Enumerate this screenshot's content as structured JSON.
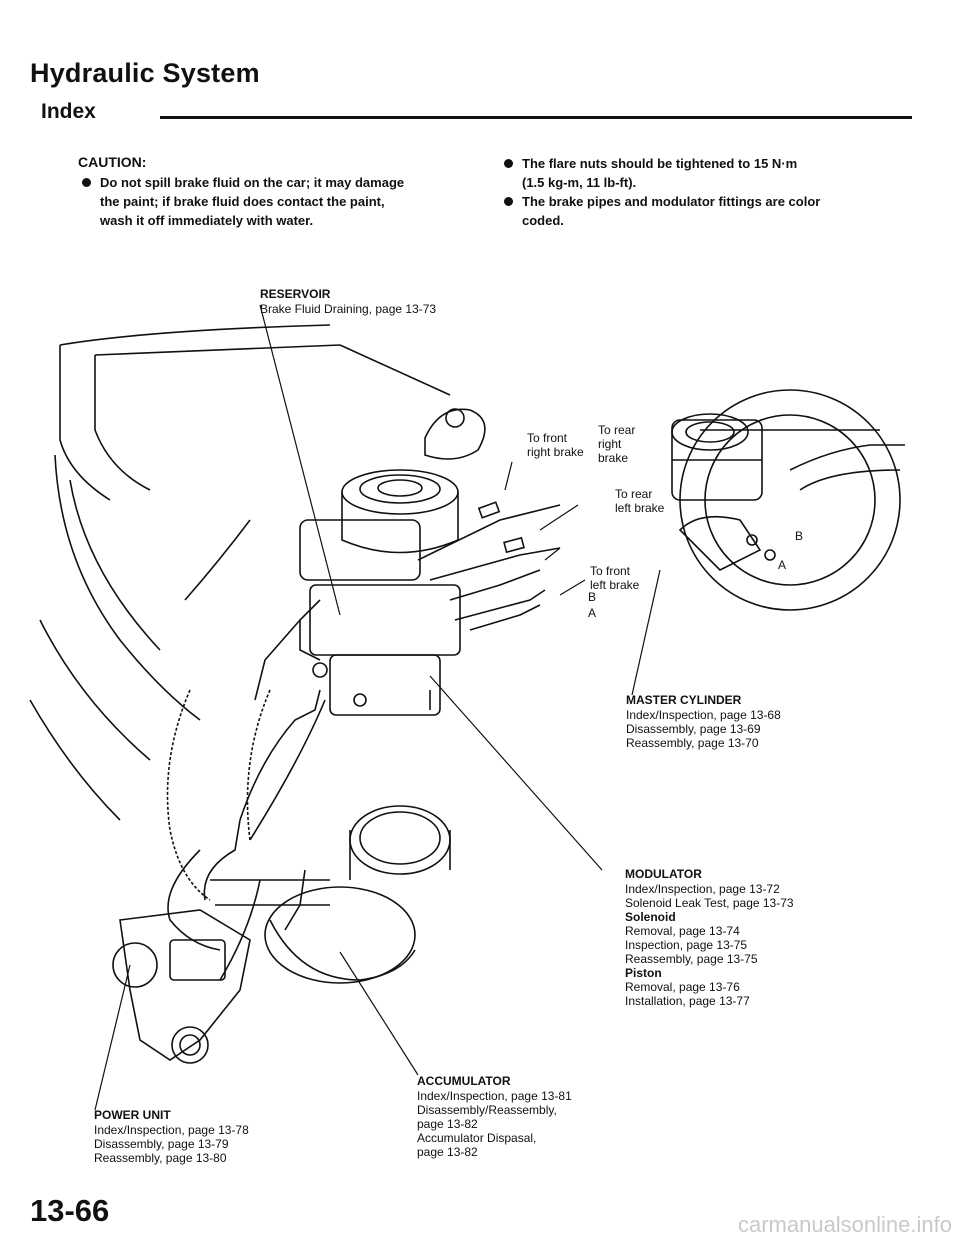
{
  "header": {
    "title": "Hydraulic System",
    "subtitle": "Index"
  },
  "caution": {
    "heading": "CAUTION:",
    "bullets": [
      [
        "Do not spill brake fluid on the car; it may damage",
        "the paint; if brake fluid does contact the paint,",
        "wash it off immediately with water."
      ]
    ]
  },
  "notes": {
    "bullets": [
      [
        "The flare nuts should be tightened to 15 N·m",
        "(1.5 kg-m, 11 lb-ft)."
      ],
      [
        "The brake pipes and modulator fittings are color",
        "coded."
      ]
    ]
  },
  "diagram_labels": {
    "to_front_right": [
      "To front",
      "right brake"
    ],
    "to_rear_right": [
      "To rear",
      "right",
      "brake"
    ],
    "to_rear_left": [
      "To rear",
      "left brake"
    ],
    "to_front_left": [
      "To front",
      "left brake"
    ],
    "b_left": "B",
    "a_left": "A",
    "b_right": "B",
    "a_right": "A"
  },
  "callouts": {
    "reservoir": {
      "heading": "RESERVOIR",
      "lines": [
        "Brake Fluid Draining, page 13-73"
      ]
    },
    "master_cylinder": {
      "heading": "MASTER CYLINDER",
      "lines": [
        "Index/Inspection, page 13-68",
        "Disassembly, page 13-69",
        "Reassembly, page 13-70"
      ]
    },
    "modulator": {
      "heading": "MODULATOR",
      "lines": [
        "Index/Inspection, page 13-72",
        "Solenoid Leak Test, page 13-73",
        "Solenoid",
        "Removal, page 13-74",
        "Inspection, page 13-75",
        "Reassembly, page 13-75",
        "Piston",
        "Removal, page 13-76",
        "Installation, page 13-77"
      ]
    },
    "accumulator": {
      "heading": "ACCUMULATOR",
      "lines": [
        "Index/Inspection, page 13-81",
        "Disassembly/Reassembly,",
        "page 13-82",
        "Accumulator Dispasal,",
        "page 13-82"
      ]
    },
    "power_unit": {
      "heading": "POWER UNIT",
      "lines": [
        "Index/Inspection, page 13-78",
        "Disassembly, page 13-79",
        "Reassembly, page 13-80"
      ]
    }
  },
  "footer": {
    "page_number": "13-66",
    "watermark": "carmanualsonline.info"
  }
}
